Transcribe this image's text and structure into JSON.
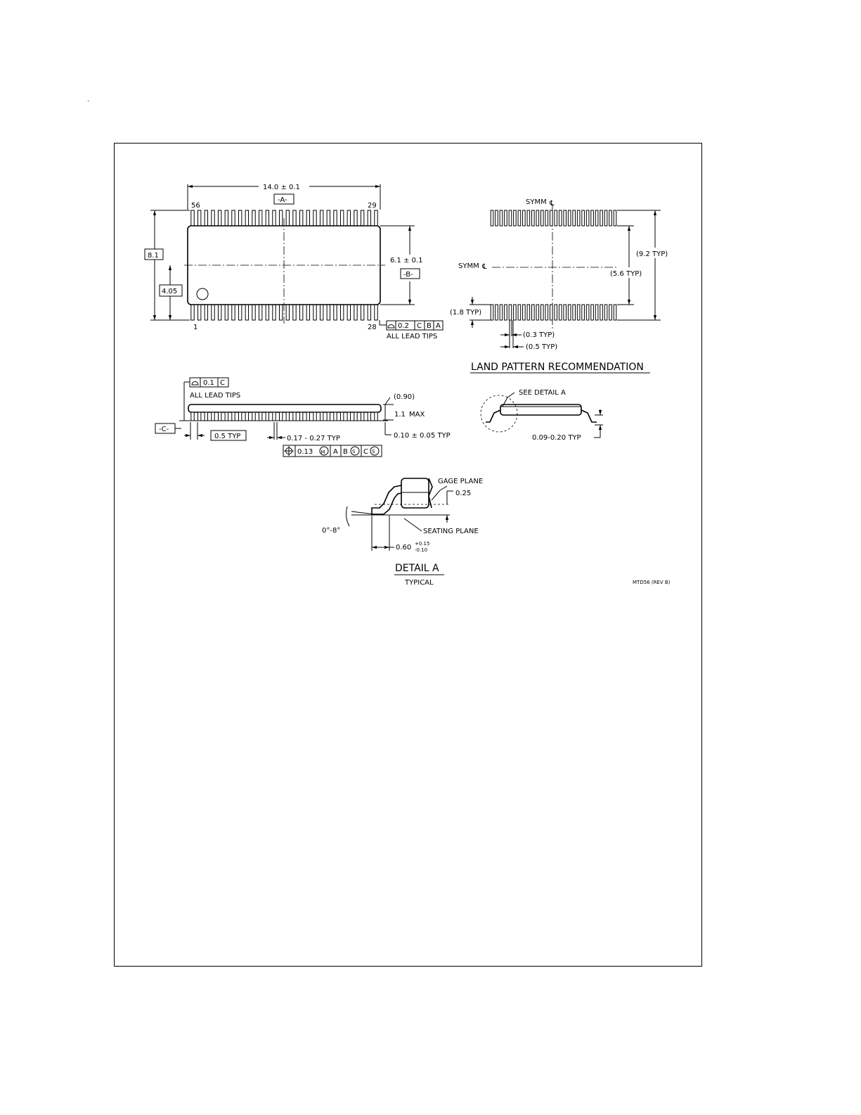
{
  "top_view": {
    "length_dim": "14.0 ± 0.1",
    "datum_a": "-A-",
    "pin_56": "56",
    "pin_29": "29",
    "pin_1": "1",
    "pin_28": "28",
    "height_dim": "8.1",
    "half_height_dim": "4.05",
    "body_width_dim": "6.1 ± 0.1",
    "datum_b": "-B-",
    "profile_tol": [
      "0.2",
      "C",
      "B",
      "A"
    ],
    "lead_tips_note": "ALL LEAD TIPS",
    "leads_per_side": 28
  },
  "land_pattern": {
    "symm_label_top": "SYMM",
    "symm_label_left": "SYMM",
    "overall_dim": "(9.2 TYP)",
    "inner_dim": "(5.6 TYP)",
    "pad_length_dim": "(1.8 TYP)",
    "pad_width_dim": "(0.3 TYP)",
    "pitch_dim": "(0.5 TYP)",
    "title": "LAND PATTERN RECOMMENDATION"
  },
  "side_view": {
    "coplanarity_tol": [
      "0.1",
      "C"
    ],
    "lead_tips_note": "ALL LEAD TIPS",
    "body_thickness": "(0.90)",
    "max_height_value": "1.1",
    "max_height_suffix": "MAX",
    "datum_c": "-C-",
    "pitch": "0.5 TYP",
    "lead_width": "0.17 - 0.27 TYP",
    "standoff": "0.10 ± 0.05 TYP",
    "position_tol": [
      "0.13",
      "A",
      "B",
      "C"
    ],
    "position_modifier_m": "M",
    "position_modifier_s": "S"
  },
  "end_view": {
    "detail_callout": "SEE DETAIL A",
    "lead_thickness": "0.09-0.20 TYP"
  },
  "detail_a": {
    "gage_plane": "GAGE PLANE",
    "gage_dim": "0.25",
    "angle": "0°-8°",
    "seating_plane": "SEATING PLANE",
    "foot_length": "0.60",
    "foot_tol_plus": "+0.15",
    "foot_tol_minus": "-0.10",
    "title": "DETAIL A",
    "subtitle": "TYPICAL"
  },
  "drawing_code": "MTD56 (REV B)"
}
